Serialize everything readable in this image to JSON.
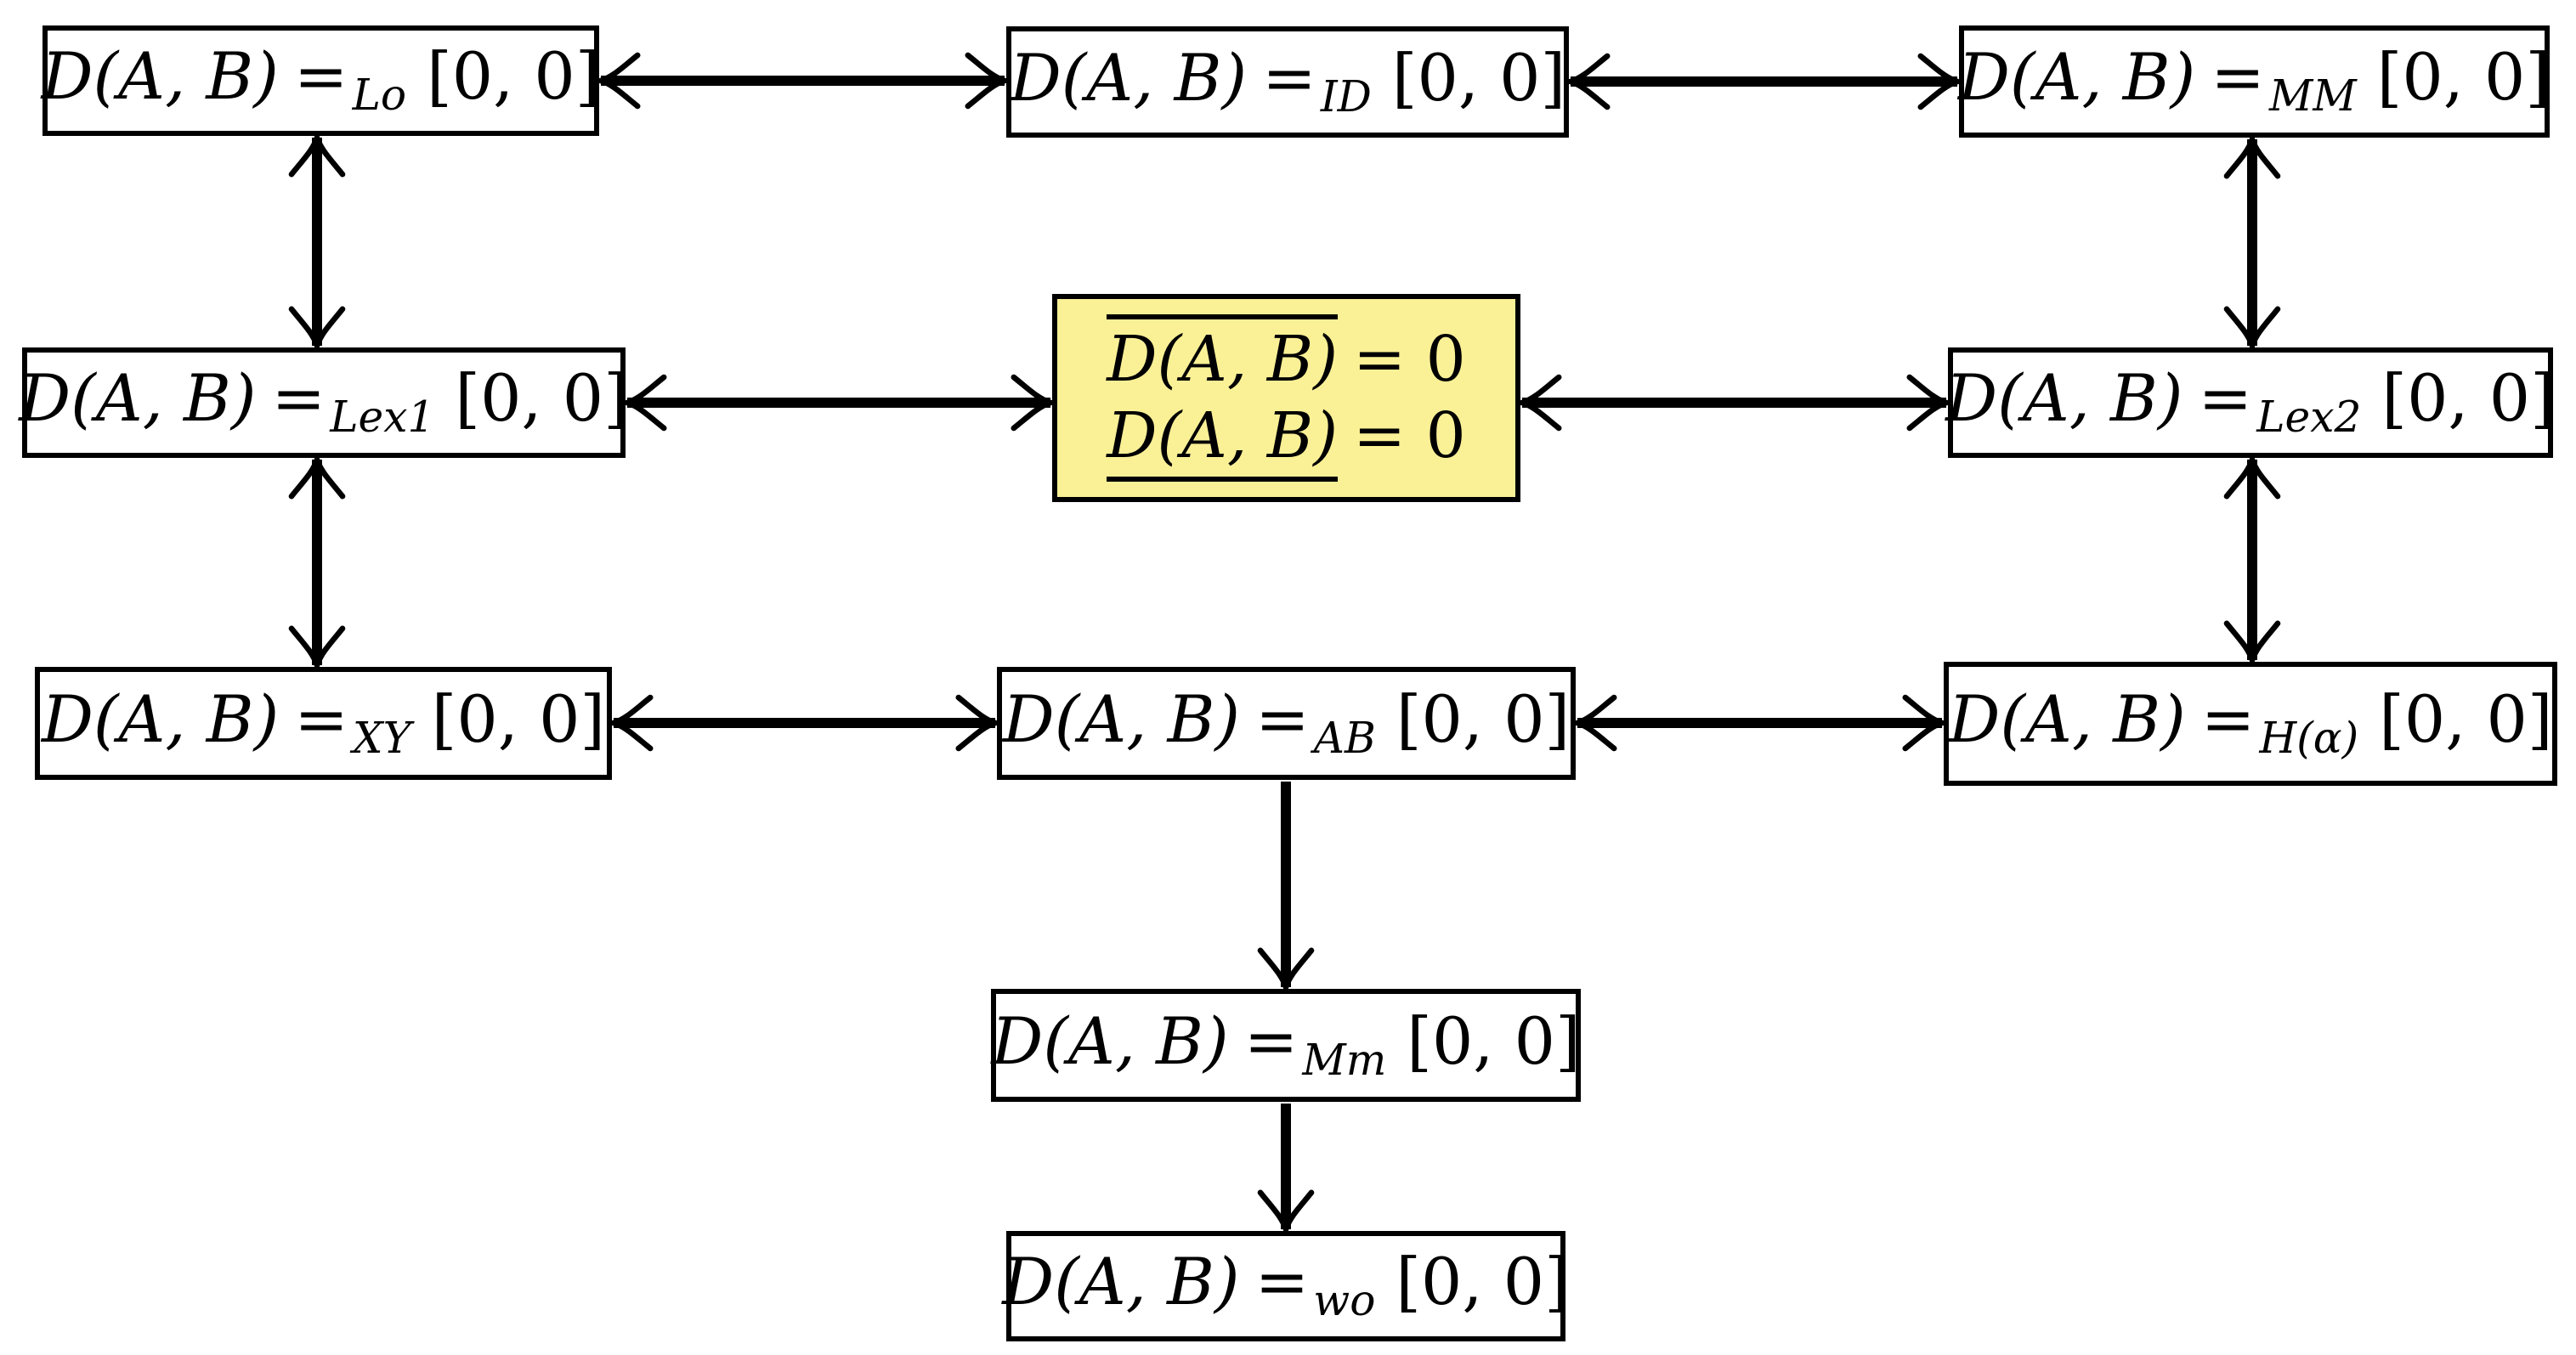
{
  "colors": {
    "background": "#FFFFFF",
    "stroke": "#000000",
    "highlight_fill": "#FAF096"
  },
  "nodes": {
    "lo": {
      "formula": "D(A, B)",
      "eq": "=",
      "sub": "Lo",
      "interval": "[0, 0]"
    },
    "id": {
      "formula": "D(A, B)",
      "eq": "=",
      "sub": "ID",
      "interval": "[0, 0]"
    },
    "mm": {
      "formula": "D(A, B)",
      "eq": "=",
      "sub": "MM",
      "interval": "[0, 0]"
    },
    "lex1": {
      "formula": "D(A, B)",
      "eq": "=",
      "sub": "Lex1",
      "interval": "[0, 0]"
    },
    "lex2": {
      "formula": "D(A, B)",
      "eq": "=",
      "sub": "Lex2",
      "interval": "[0, 0]"
    },
    "xy": {
      "formula": "D(A, B)",
      "eq": "=",
      "sub": "XY",
      "interval": "[0, 0]"
    },
    "ab": {
      "formula": "D(A, B)",
      "eq": "=",
      "sub": "AB",
      "interval": "[0, 0]"
    },
    "h_alpha": {
      "formula": "D(A, B)",
      "eq": "=",
      "sub": "H(α)",
      "interval": "[0, 0]"
    },
    "mm_lower": {
      "formula": "D(A, B)",
      "eq": "=",
      "sub": "Mm",
      "interval": "[0, 0]"
    },
    "wo": {
      "formula": "D(A, B)",
      "eq": "=",
      "sub": "wo",
      "interval": "[0, 0]"
    }
  },
  "center_node": {
    "line1": {
      "formula": "D(A, B)",
      "rest": "= 0"
    },
    "line2": {
      "formula": "D(A, B)",
      "rest": "= 0"
    }
  }
}
